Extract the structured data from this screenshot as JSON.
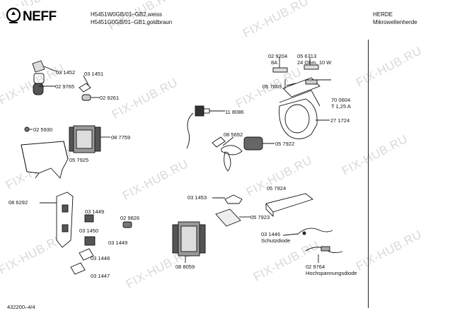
{
  "header": {
    "model_line_1": "H5451W0GB/01–GB2,weiss",
    "model_line_2": "H5451G0GB/01–GB1,goldbraun",
    "category": "HERDE",
    "subcategory": "Mikrowellenherde"
  },
  "brand": {
    "logo_text": "NEFF"
  },
  "watermark": "FIX-HUB.RU",
  "footer": {
    "page_ref": "432200–4/4"
  },
  "parts": {
    "p031452": "03 1452",
    "p031451": "03 1451",
    "p029765": "02 9765",
    "p029261": "02 9261",
    "p025930": "02 5930",
    "p087759": "08 7759",
    "p057925": "05 7925",
    "p029204": "02 9204",
    "p056713": "05 6713",
    "p8a": "8A",
    "p24ohm": "24 Ohm, 10 W",
    "p057803": "05 7803",
    "p700604": "70 0604",
    "pT125": "T 1,25 A",
    "p118086": "11 8086",
    "p271724": "27 1724",
    "p085692": "08 5692",
    "p057922": "05 7922",
    "p086292": "08 6292",
    "p031449a": "03 1449",
    "p029826": "02 9826",
    "p031450": "03 1450",
    "p031449b": "03 1449",
    "p031448": "03 1448",
    "p031447": "03 1447",
    "p031453": "03 1453",
    "p057924": "05 7924",
    "p057923": "05 7923",
    "p088059": "08 8059",
    "p031446": "03 1446",
    "schutzdiode": "Schutzdiode",
    "p029764": "02 9764",
    "hochspannungsdiode": "Hochspannungsdiode"
  }
}
